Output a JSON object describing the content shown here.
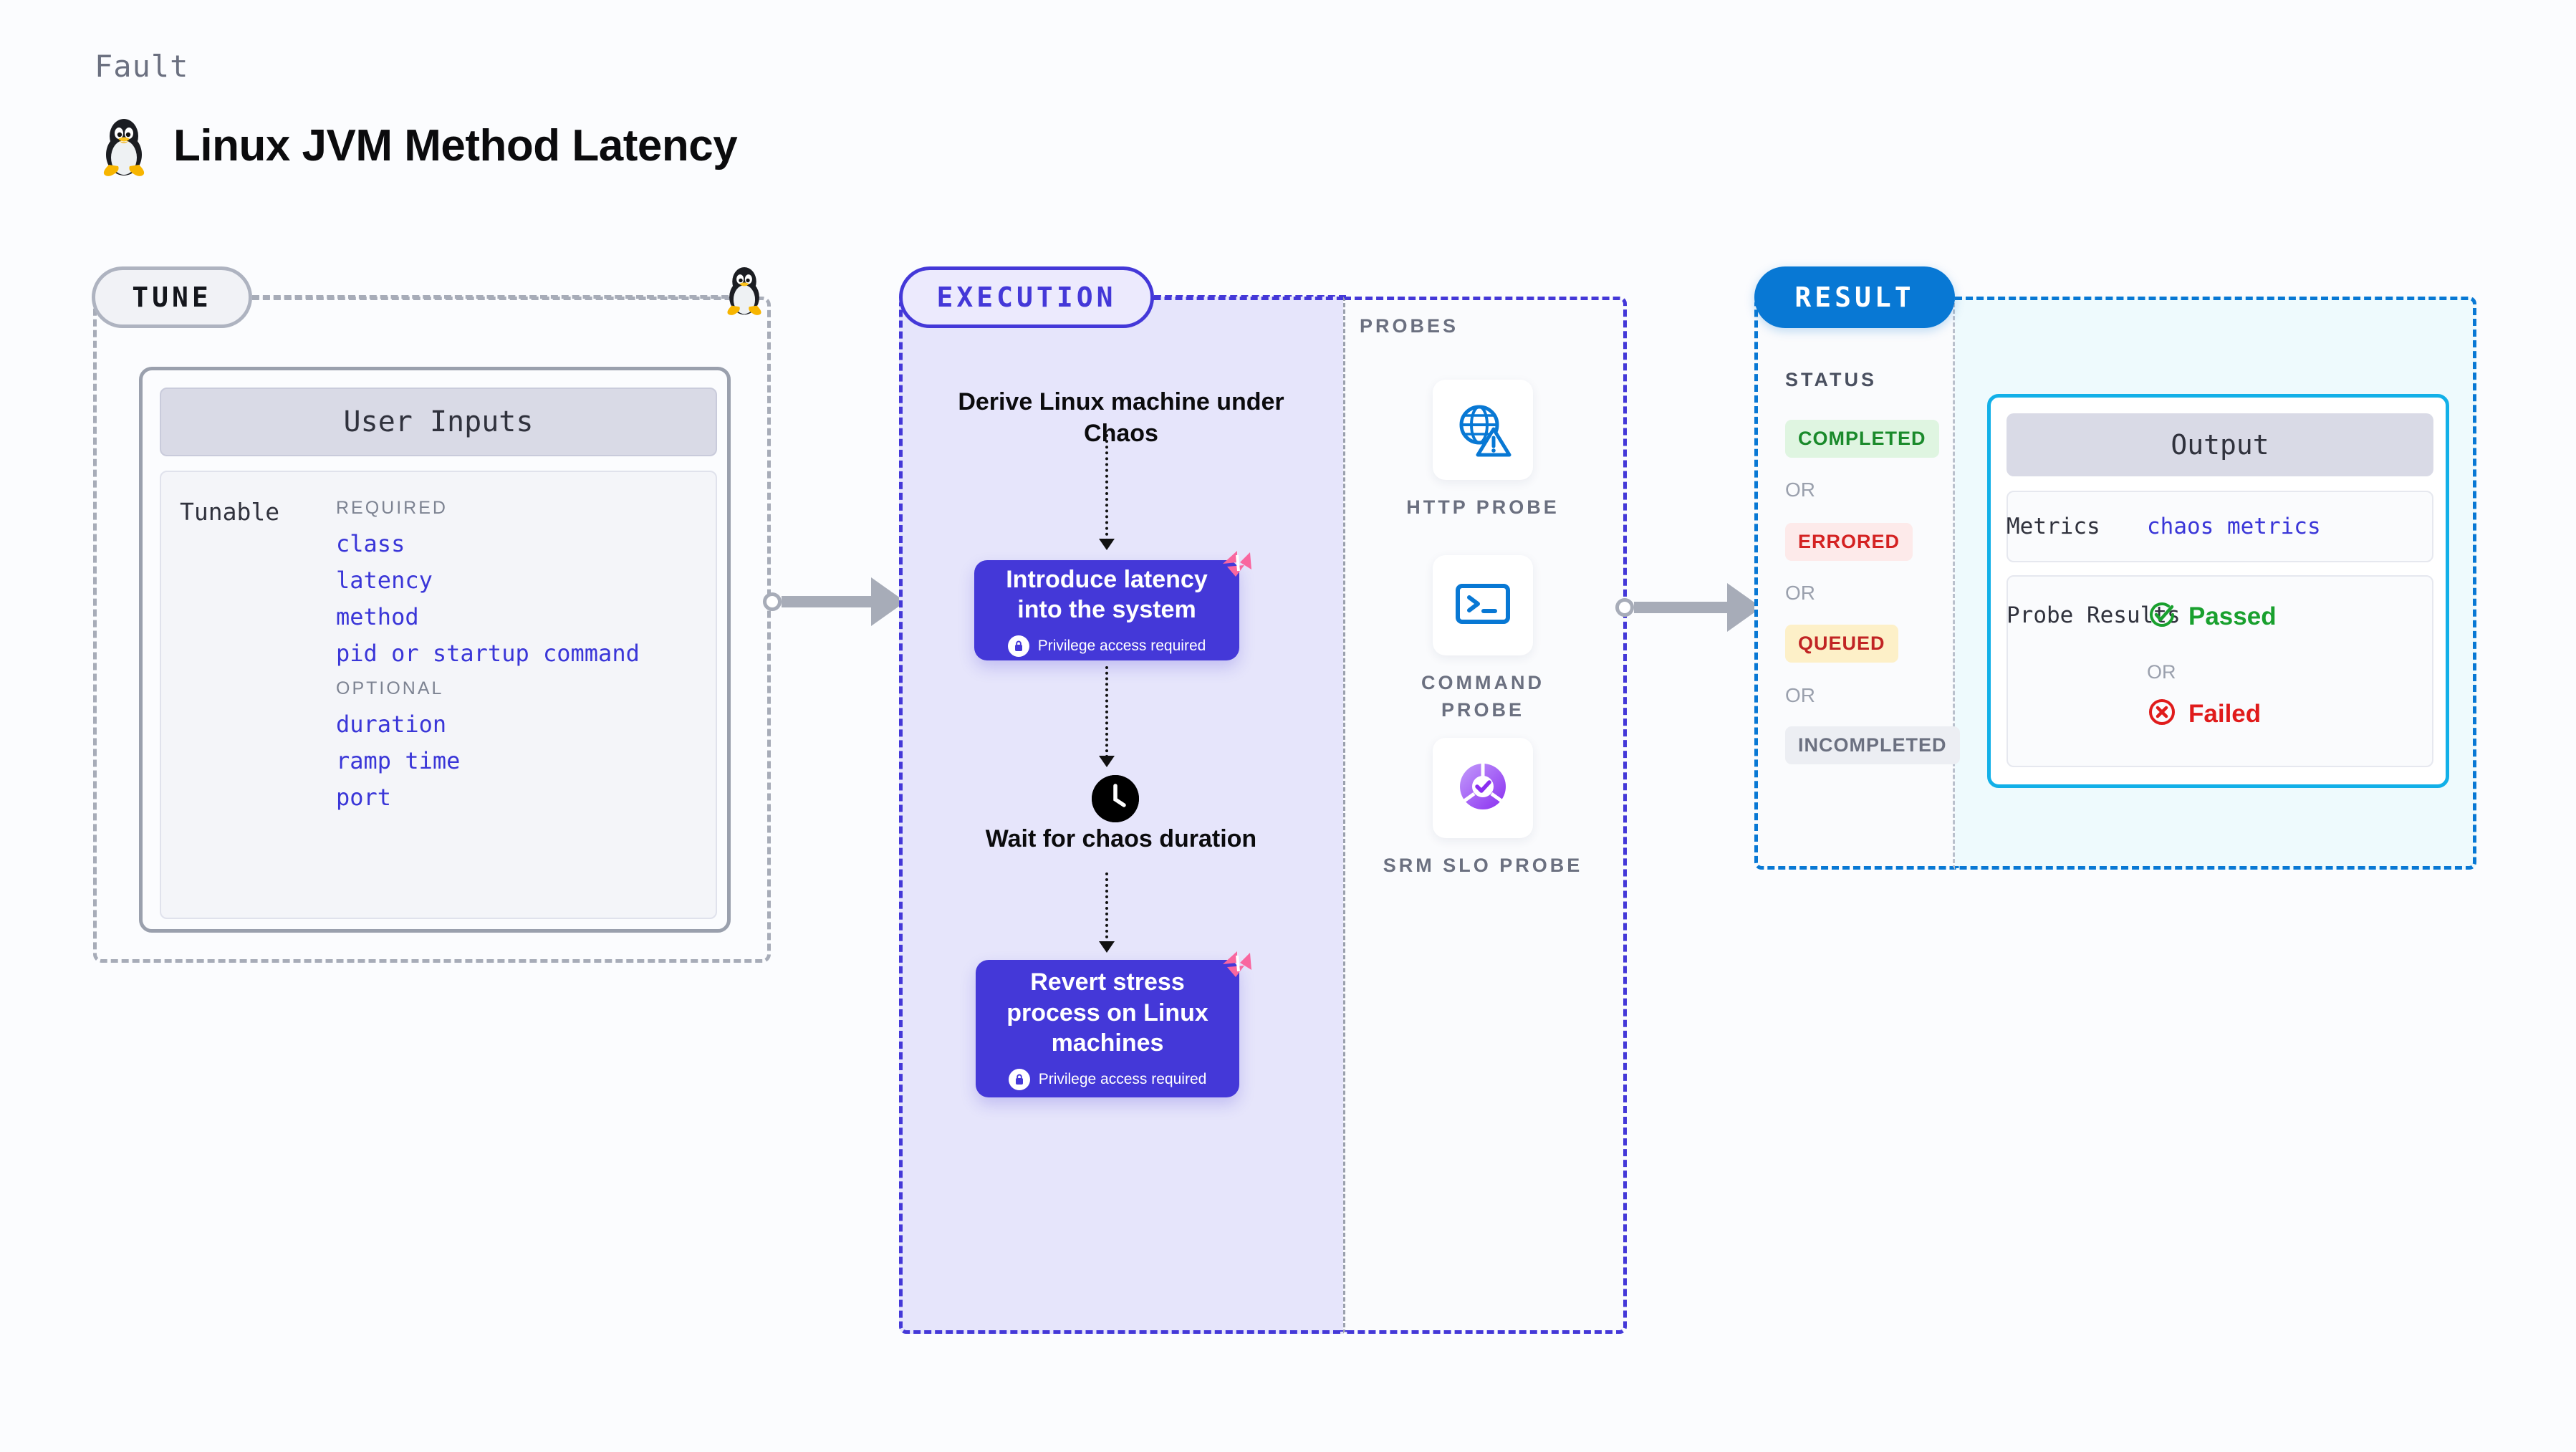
{
  "header": {
    "eyebrow": "Fault",
    "title": "Linux JVM Method Latency",
    "icon": "linux-tux-penguin-icon"
  },
  "tune": {
    "pill_label": "TUNE",
    "icon": "linux-tux-penguin-icon",
    "card": {
      "header": "User Inputs",
      "row_label": "Tunable",
      "groups": [
        {
          "label": "REQUIRED",
          "params": [
            "class",
            "latency",
            "method",
            "pid or startup command"
          ]
        },
        {
          "label": "OPTIONAL",
          "params": [
            "duration",
            "ramp time",
            "port"
          ]
        }
      ]
    }
  },
  "execution": {
    "pill_label": "EXECUTION",
    "step_derive": "Derive Linux machine under Chaos",
    "box_latency": {
      "title": "Introduce latency into the system",
      "privilege": "Privilege access required",
      "badge_icon": "harness-chaos-icon",
      "lock_icon": "lock-icon"
    },
    "step_wait": "Wait for chaos duration",
    "wait_icon": "clock-icon",
    "box_revert": {
      "title": "Revert stress process on Linux machines",
      "privilege": "Privilege access required",
      "badge_icon": "harness-chaos-icon",
      "lock_icon": "lock-icon"
    }
  },
  "probes": {
    "label": "PROBES",
    "items": [
      {
        "name": "HTTP PROBE",
        "icon": "globe-warning-icon"
      },
      {
        "name": "COMMAND PROBE",
        "icon": "terminal-prompt-icon"
      },
      {
        "name": "SRM SLO PROBE",
        "icon": "slo-donut-check-icon"
      }
    ]
  },
  "result": {
    "pill_label": "RESULT",
    "status_label": "STATUS",
    "or_label": "OR",
    "statuses": [
      {
        "label": "COMPLETED",
        "bg": "#dff5e1",
        "fg": "#1a8a2b"
      },
      {
        "label": "ERRORED",
        "bg": "#fdeaea",
        "fg": "#d42222"
      },
      {
        "label": "QUEUED",
        "bg": "#fdf0c8",
        "fg": "#c12424"
      },
      {
        "label": "INCOMPLETED",
        "bg": "#eceef3",
        "fg": "#6b7080"
      }
    ],
    "output": {
      "header": "Output",
      "metrics_key": "Metrics",
      "metrics_value": "chaos metrics",
      "probe_key": "Probe Results",
      "passed_label": "Passed",
      "failed_label": "Failed",
      "or_label": "OR",
      "passed_icon": "check-circle-icon",
      "failed_icon": "x-circle-icon"
    }
  },
  "colors": {
    "canvas": "#fbfcfe",
    "accent_purple": "#4438d8",
    "accent_blue": "#0878d4",
    "accent_cyan": "#12b0e8",
    "pink": "#f9679f",
    "gray_dash": "#a7acb8"
  }
}
